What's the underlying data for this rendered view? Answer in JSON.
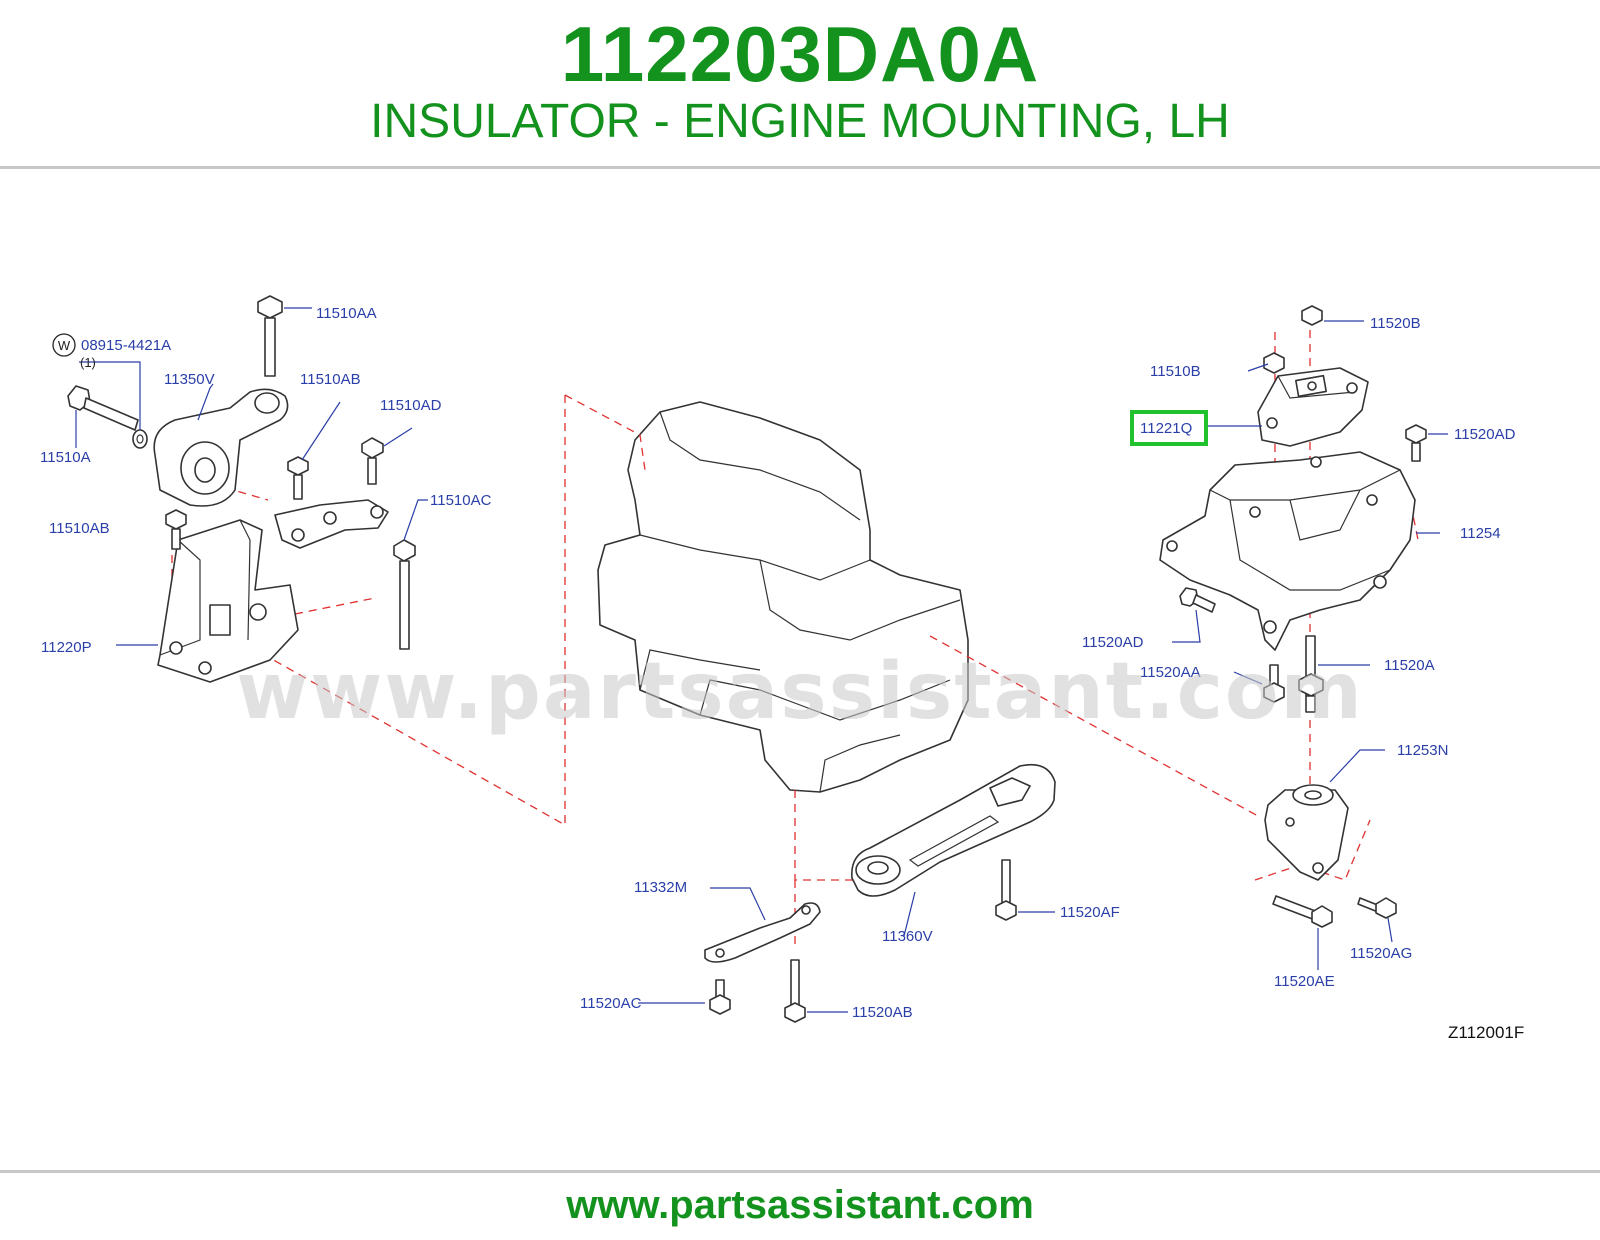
{
  "header": {
    "part_number": "112203DA0A",
    "description": "INSULATOR - ENGINE MOUNTING, LH"
  },
  "footer": {
    "url": "www.partsassistant.com"
  },
  "watermark": "www.partsassistant.com",
  "diagram_ref": "Z112001F",
  "highlight_color": "#22c22e",
  "brand_color": "#14921e",
  "labels": {
    "p11510AA": "11510AA",
    "p08915": "08915-4421A",
    "p08915_qty": "(1)",
    "w_mark": "W",
    "p11350V": "11350V",
    "p11510AB_top": "11510AB",
    "p11510AD": "11510AD",
    "p11510A": "11510A",
    "p11510AC": "11510AC",
    "p11510AB_left": "11510AB",
    "p11220P": "11220P",
    "p11520B": "11520B",
    "p11510B": "11510B",
    "p11221Q": "11221Q",
    "p11520AD_r": "11520AD",
    "p11254": "11254",
    "p11520AD_l": "11520AD",
    "p11520AA": "11520AA",
    "p11520A": "11520A",
    "p11253N": "11253N",
    "p11332M": "11332M",
    "p11360V": "11360V",
    "p11520AF": "11520AF",
    "p11520AC": "11520AC",
    "p11520AB": "11520AB",
    "p11520AE": "11520AE",
    "p11520AG": "11520AG"
  }
}
